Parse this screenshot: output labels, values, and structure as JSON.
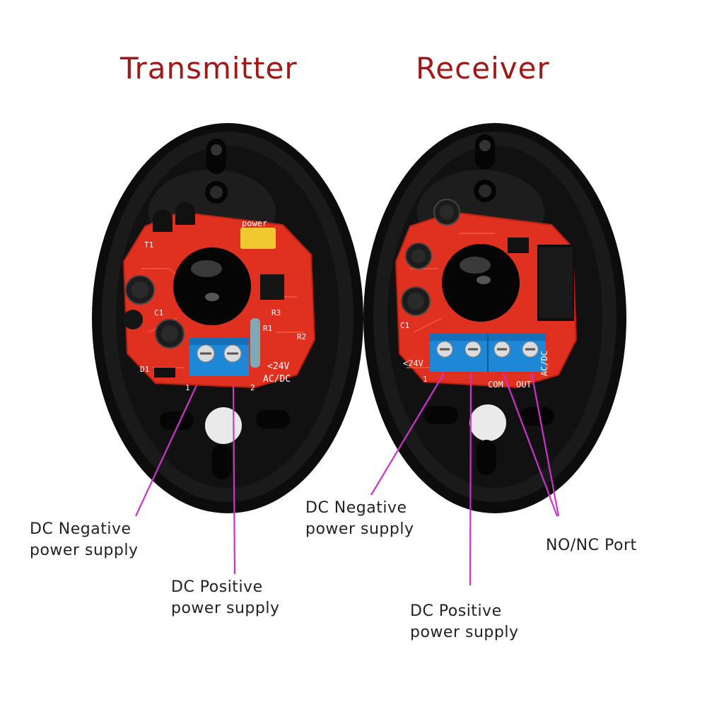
{
  "titles": {
    "left": "Transmitter",
    "right": "Receiver"
  },
  "transmitter": {
    "callouts": {
      "negative": [
        "DC Negative",
        "power supply"
      ],
      "positive": [
        "DC Positive",
        "power supply"
      ]
    },
    "pcb_labels": {
      "power": "power",
      "voltage": "<24V",
      "acdc": "AC/DC",
      "pin1": "1",
      "pin2": "2",
      "r1": "R1",
      "r3": "R3",
      "r2": "R2",
      "t1": "T1",
      "d1": "D1",
      "c1": "C1"
    }
  },
  "receiver": {
    "callouts": {
      "negative": [
        "DC Negative",
        "power supply"
      ],
      "positive": [
        "DC Positive",
        "power supply"
      ],
      "port": "NO/NC Port"
    },
    "pcb_labels": {
      "voltage": "<24V",
      "acdc": "AC/DC",
      "com": "COM",
      "out": "OUT",
      "pin1": "1",
      "c1": "C1"
    }
  },
  "colors": {
    "title": "#a01818",
    "housing": "#141414",
    "pcb": "#e03020",
    "terminal": "#1e88d6",
    "callout_line": "#cc33cc"
  }
}
